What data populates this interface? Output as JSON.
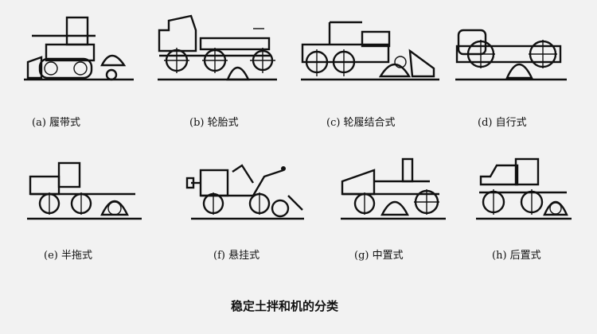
{
  "figure": {
    "caption": "稳定土拌和机的分类",
    "panels": [
      {
        "label": "(a) 履带式"
      },
      {
        "label": "(b) 轮胎式"
      },
      {
        "label": "(c) 轮履结合式"
      },
      {
        "label": "(d) 自行式"
      },
      {
        "label": "(e) 半拖式"
      },
      {
        "label": "(f) 悬挂式"
      },
      {
        "label": "(g) 中置式"
      },
      {
        "label": "(h) 后置式"
      }
    ]
  }
}
